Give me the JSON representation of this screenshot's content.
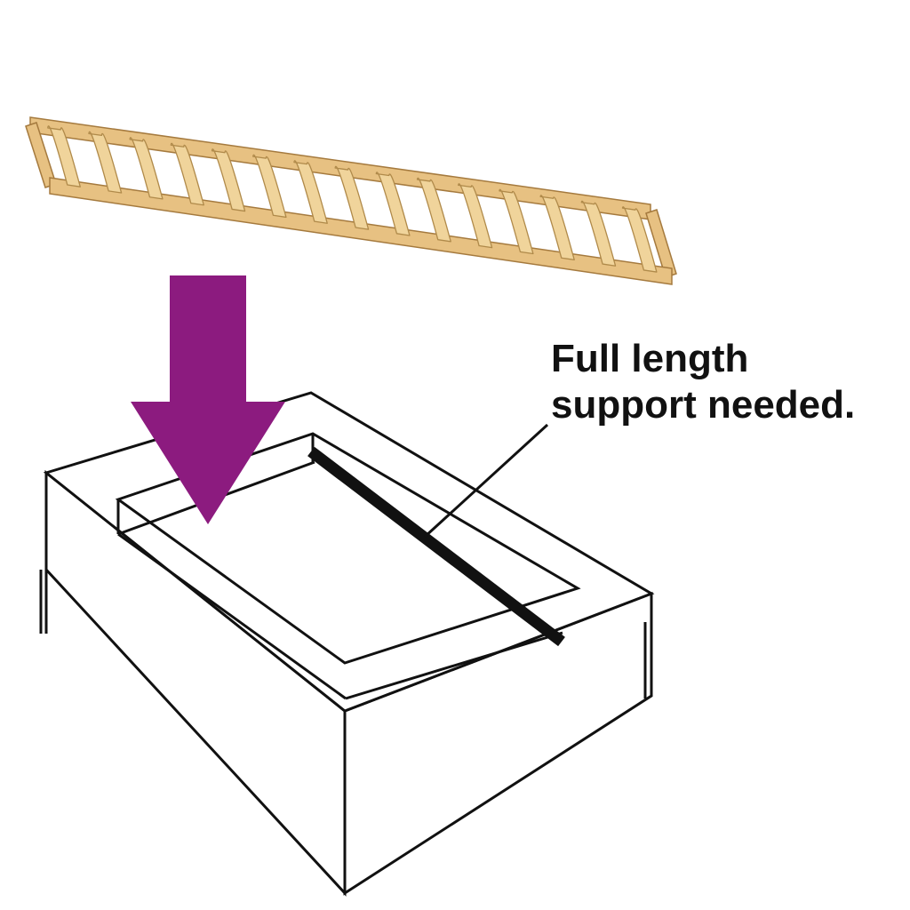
{
  "annotation": {
    "line1": "Full length",
    "line2": "support needed."
  },
  "colors": {
    "arrow": "#8C1B7F",
    "outline": "#111111",
    "beam": "#111111",
    "slat_fill": "#F0D49B",
    "slat_stroke": "#B08A4A",
    "rail_fill": "#E7C182",
    "rail_stroke": "#A57A3E"
  },
  "diagram": {
    "slat_count": 15,
    "subject": "slatted bed base placed into bed frame"
  }
}
